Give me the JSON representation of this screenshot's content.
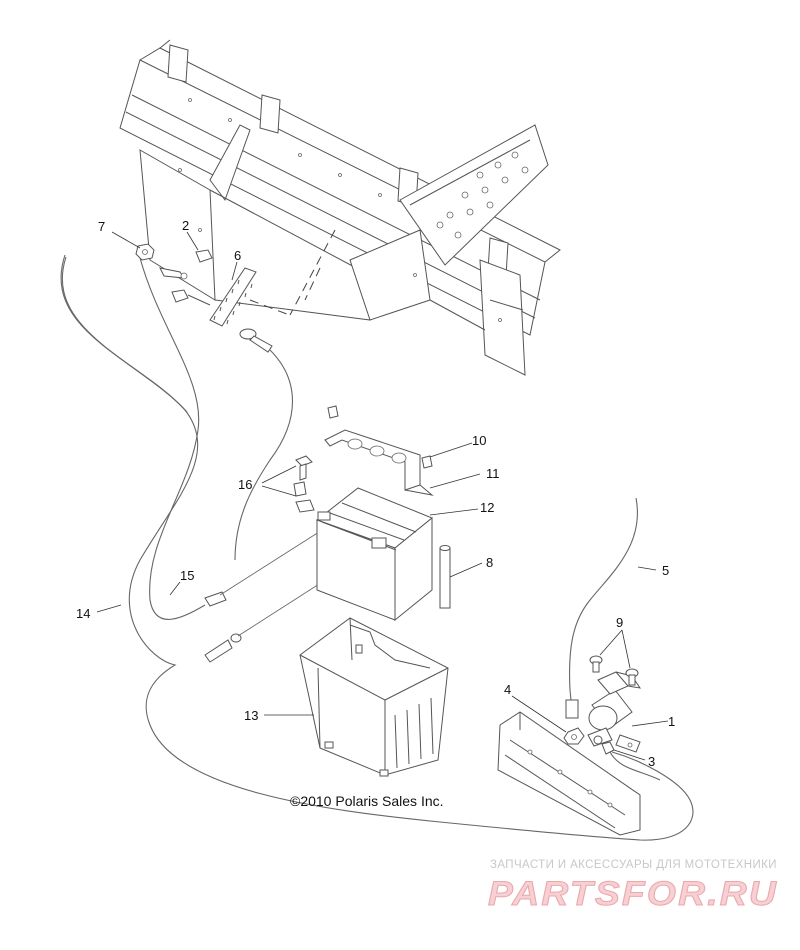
{
  "callouts": {
    "c1": "1",
    "c2": "2",
    "c3": "3",
    "c4": "4",
    "c5": "5",
    "c6": "6",
    "c7": "7",
    "c8": "8",
    "c9": "9",
    "c10": "10",
    "c11": "11",
    "c12": "12",
    "c13": "13",
    "c14": "14",
    "c15": "15",
    "c16": "16"
  },
  "copyright": "©2010 Polaris Sales Inc.",
  "watermark": {
    "tagline": "ЗАПЧАСТИ И АКСЕССУАРЫ ДЛЯ МОТОТЕХНИКИ",
    "brand": "PARTSFOR.RU",
    "color": "#e9a8ad"
  }
}
